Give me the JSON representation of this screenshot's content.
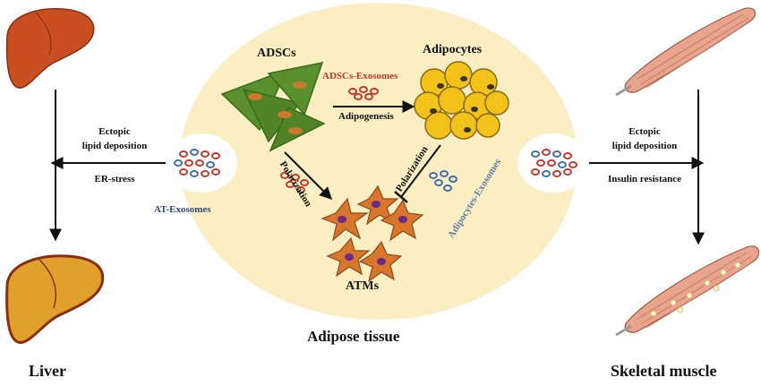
{
  "labels": {
    "adscs": "ADSCs",
    "adipocytes": "Adipocytes",
    "adscs_exosomes": "ADSCs-Exosomes",
    "adipogenesis": "Adipogenesis",
    "polarization_left": "Polarization",
    "polarization_right": "Polarization",
    "adipocytes_exosomes": "Adipocytes-Exosomes",
    "at_exosomes": "AT-Exosomes",
    "atms": "ATMs",
    "adipose_tissue": "Adipose tissue",
    "liver": "Liver",
    "skeletal_muscle": "Skeletal muscle",
    "left_ectopic_1": "Ectopic",
    "left_ectopic_2": "lipid deposition",
    "er_stress": "ER-stress",
    "right_ectopic_1": "Ectopic",
    "right_ectopic_2": "lipid deposition",
    "insulin_resistance": "Insulin resistance"
  },
  "colors": {
    "ellipse": "#fbeec3",
    "adsc_cell": "#5a8f2e",
    "adipocyte": "#f2c21a",
    "atm": "#d9762c",
    "exosome_red": "#c0392b",
    "exosome_blue": "#3f6fa8",
    "adscs_exosomes_text": "#c0392b",
    "adipocytes_exosomes_text": "#5d7ea8",
    "at_exosomes_text": "#2c4a7a"
  }
}
